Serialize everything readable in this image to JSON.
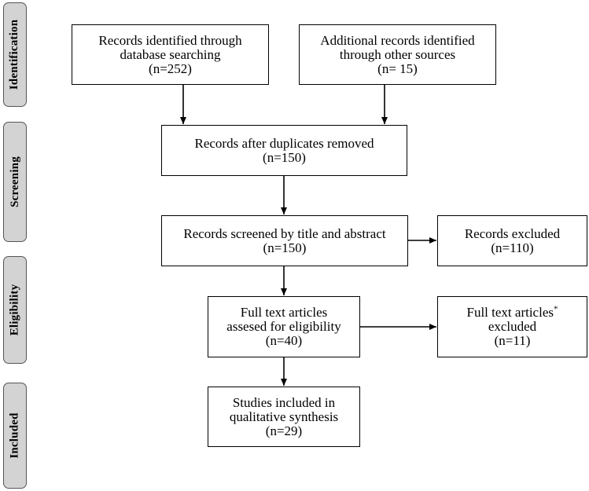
{
  "phases": {
    "identification": "Identification",
    "screening": "Screening",
    "eligibility": "Eligibility",
    "included": "Included"
  },
  "boxes": {
    "database": {
      "line1": "Records identified through",
      "line2": "database searching",
      "line3": "(n=252)"
    },
    "other_sources": {
      "line1": "Additional records identified",
      "line2": "through other sources",
      "line3": "(n= 15)"
    },
    "duplicates_removed": {
      "line1": "Records after duplicates removed",
      "line2": "(n=150)"
    },
    "screened": {
      "line1": "Records screened by title and abstract",
      "line2": "(n=150)"
    },
    "excluded_records": {
      "line1": "Records excluded",
      "line2": "(n=110)"
    },
    "full_text_assessed": {
      "line1": "Full text articles",
      "line2": "assesed for eligibility",
      "line3": "(n=40)"
    },
    "full_text_excluded": {
      "line1": "Full text articles",
      "sup": "*",
      "line2": "excluded",
      "line3": "(n=11)"
    },
    "included": {
      "line1": "Studies included in",
      "line2": "qualitative synthesis",
      "line3": "(n=29)"
    }
  }
}
